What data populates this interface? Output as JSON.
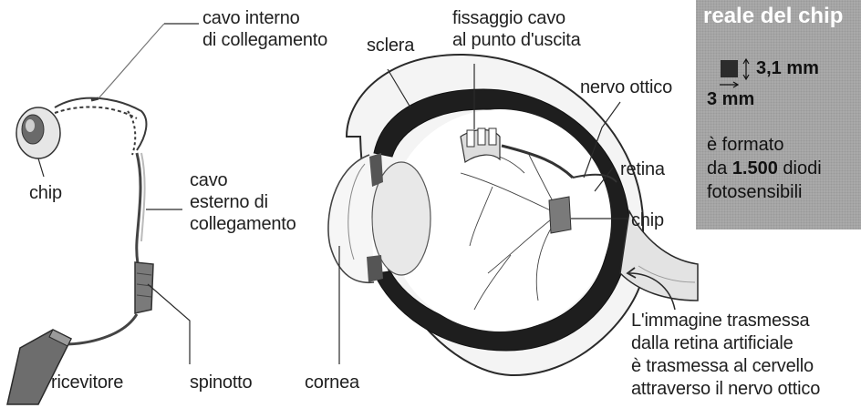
{
  "labels": {
    "cavo_interno": [
      "cavo interno",
      "di collegamento"
    ],
    "chip_left": "chip",
    "cavo_esterno": [
      "cavo",
      "esterno di",
      "collegamento"
    ],
    "ricevitore": "ricevitore",
    "spinotto": "spinotto",
    "cornea": "cornea",
    "sclera": "sclera",
    "fissaggio": [
      "fissaggio cavo",
      "al punto d'uscita"
    ],
    "nervo_ottico": "nervo ottico",
    "retina": "retina",
    "chip_right": "chip",
    "caption": [
      "L'immagine trasmessa",
      "dalla retina artificiale",
      "è trasmessa al cervello",
      "attraverso il nervo ottico"
    ]
  },
  "sidebar": {
    "title": "reale del chip",
    "height_value": "3,1 mm",
    "width_value": "3 mm",
    "line1": "è formato",
    "line2_pre": "da ",
    "line2_num": "1.500",
    "line2_post": " diodi",
    "line3": "fotosensibili"
  },
  "colors": {
    "sidebar_bg": "#a9a9a9",
    "sidebar_title": "#ffffff",
    "eye_fill": "#1e1e1e",
    "sclera_fill": "#f4f4f4",
    "line": "#2a2a2a"
  }
}
